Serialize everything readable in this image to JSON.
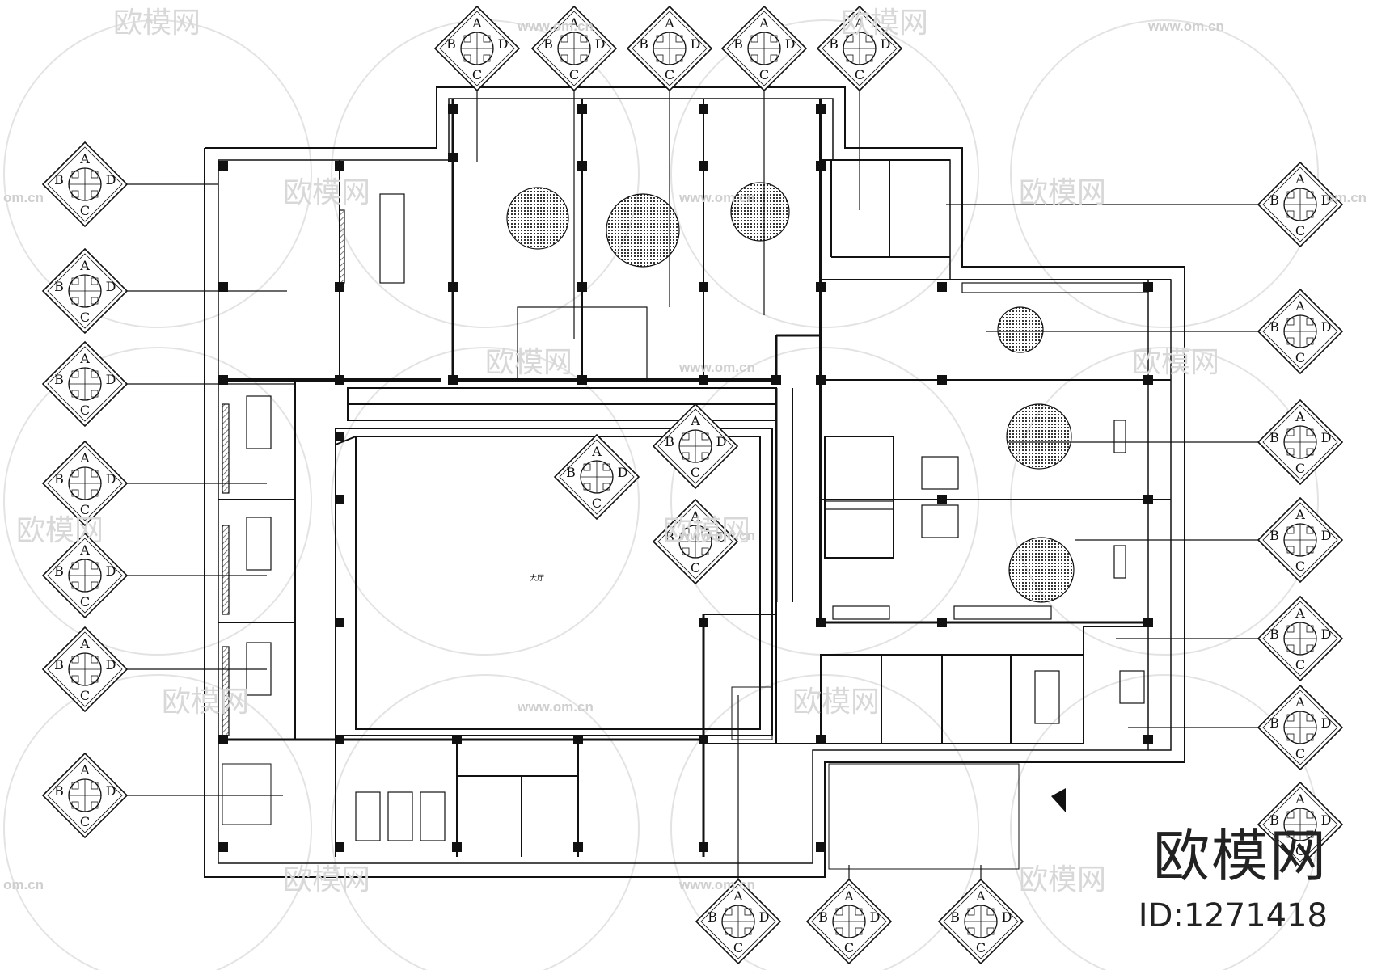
{
  "watermark": {
    "brand_text": "欧模网",
    "url_text": "www.om.cn",
    "url_fragment": "om.cn",
    "id_text": "ID:1271418"
  },
  "index_symbol": {
    "letters": [
      "A",
      "B",
      "C",
      "D"
    ]
  },
  "drawing": {
    "room_label": "大厅"
  },
  "colors": {
    "line": "#111111",
    "watermark": "#d8d8d8",
    "hatch": "#555555"
  }
}
